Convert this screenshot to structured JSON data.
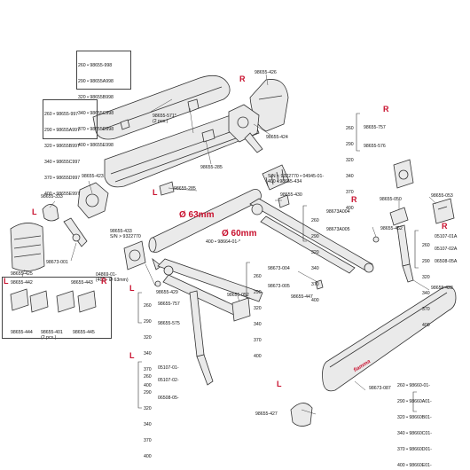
{
  "colors": {
    "accent": "#c8102e",
    "line": "#333333",
    "fill": "#e9e9e9"
  },
  "front_cover": {
    "sizes": [
      "260 • 98655-998",
      "290 • 98655A998",
      "320 • 98655B998",
      "340 • 98655C998",
      "370 • 98655D998",
      "400 • 98655E998"
    ]
  },
  "case_lower": {
    "sizes": [
      "260 • 98655-997",
      "290 • 98655A997",
      "320 • 98655B997",
      "340 • 98655C997",
      "370 • 98655D997",
      "400 • 98655E997"
    ]
  },
  "labels": {
    "p426": "98655-426",
    "p571": "98655-571*\n(2 pcs.)",
    "p424": "98655-424",
    "p285a": "98655-285",
    "p285b": "98655-285",
    "p423": "98655-423",
    "p333": "98655-333",
    "p425": "98655-425",
    "p001": "98673-001",
    "p433": "98655-433\nS/N > 9322770",
    "p069": "04869-01-\n(400 - Ø 63mm)",
    "p429": "98655-429",
    "p430": "98655-430",
    "sn434": "S/N < 9322770 • 04945-01-\n400 • 98655-434",
    "p064": "400 • 98664-01-*",
    "p050": "98655-050",
    "p053": "98655-053",
    "p452": "98655-452",
    "p442": "98655-442",
    "p443": "98655-443",
    "p444": "98655-444",
    "p401": "98655-401\n(2 pcs.)",
    "p445": "98655-445",
    "p052": "98655-052",
    "p447": "98655-447",
    "p428": "98655-428",
    "p427": "98655-427",
    "p087": "98673-087"
  },
  "dims": {
    "d63": "Ø 63mm",
    "d60": "Ø 60mm"
  },
  "markers": {
    "R": "R",
    "L": "L"
  },
  "tables": {
    "t757": {
      "sizes": [
        "260",
        "290",
        "320",
        "340",
        "370",
        "400"
      ],
      "codes": [
        "98655-757",
        "98655-576"
      ]
    },
    "arm_a": {
      "sizes": [
        "260",
        "290",
        "320",
        "340",
        "370",
        "400"
      ],
      "codes": [
        "98673A004",
        "98673A005"
      ]
    },
    "arm_b": {
      "sizes": [
        "260",
        "290",
        "320",
        "340",
        "370",
        "400"
      ],
      "codes": [
        "98673-004",
        "98673-005"
      ]
    },
    "leg_r": {
      "sizes": [
        "260",
        "290",
        "320",
        "340",
        "370",
        "400"
      ],
      "codes": [
        "05107-01A",
        "05107-02A",
        "06508-05A"
      ]
    },
    "leg_l1": {
      "sizes": [
        "260",
        "290",
        "320",
        "340",
        "370",
        "400"
      ],
      "codes": [
        "98655-757",
        "98655-575"
      ]
    },
    "leg_l2": {
      "sizes": [
        "260",
        "290",
        "320",
        "340",
        "370",
        "400"
      ],
      "codes": [
        "05107-01-",
        "05107-02-",
        "06508-05-"
      ]
    }
  },
  "fabric": {
    "sizes": [
      "260 • 98660-01-",
      "290 • 98660A01-",
      "320 • 98660B01-",
      "340 • 98660C01-",
      "370 • 98660D01-",
      "400 • 98660E01-"
    ],
    "brand": "fiamma"
  }
}
